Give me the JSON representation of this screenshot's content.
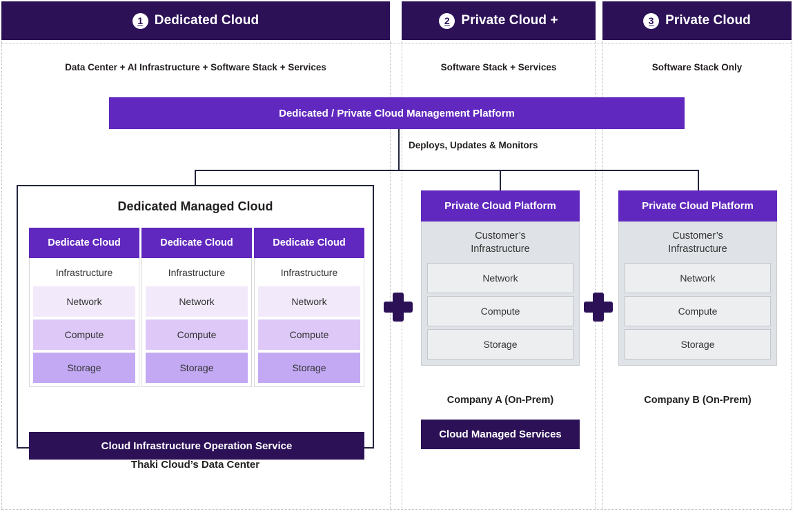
{
  "colors": {
    "dark_navy": "#2C1157",
    "bright_purple": "#6028BE",
    "lavender_light": "#f2eafb",
    "lavender_mid": "#ddc8f7",
    "lavender_dark": "#c3a9f4",
    "grey_panel": "#dfe2e6",
    "grey_cell": "#eceef0",
    "line": "#21243d"
  },
  "columns": [
    {
      "number": "1",
      "title": "Dedicated Cloud",
      "caption": "Data Center + AI Infrastructure + Software Stack + Services"
    },
    {
      "number": "2",
      "title": "Private Cloud +",
      "caption": "Software Stack + Services"
    },
    {
      "number": "3",
      "title": "Private Cloud",
      "caption": "Software Stack Only"
    }
  ],
  "management": {
    "platform_label": "Dedicated / Private Cloud Management Platform",
    "connector_label": "Deploys, Updates & Monitors"
  },
  "dedicated": {
    "box_title": "Dedicated Managed Cloud",
    "stacks": [
      {
        "header": "Dedicate Cloud",
        "infra_label": "Infrastructure",
        "cells": [
          "Network",
          "Compute",
          "Storage"
        ]
      },
      {
        "header": "Dedicate Cloud",
        "infra_label": "Infrastructure",
        "cells": [
          "Network",
          "Compute",
          "Storage"
        ]
      },
      {
        "header": "Dedicate Cloud",
        "infra_label": "Infrastructure",
        "cells": [
          "Network",
          "Compute",
          "Storage"
        ]
      }
    ],
    "operation_service": "Cloud Infrastructure Operation Service",
    "caption": "Thaki Cloud’s Data Center"
  },
  "private_clouds": [
    {
      "header": "Private Cloud Platform",
      "infra_title": "Customer’s\nInfrastructure",
      "infra_title_line1": "Customer’s",
      "infra_title_line2": "Infrastructure",
      "cells": [
        "Network",
        "Compute",
        "Storage"
      ],
      "caption": "Company A (On-Prem)",
      "managed_services": "Cloud Managed Services"
    },
    {
      "header": "Private Cloud Platform",
      "infra_title_line1": "Customer’s",
      "infra_title_line2": "Infrastructure",
      "cells": [
        "Network",
        "Compute",
        "Storage"
      ],
      "caption": "Company B (On-Prem)"
    }
  ],
  "operators": {
    "plus_1": "+",
    "plus_2": "+"
  }
}
